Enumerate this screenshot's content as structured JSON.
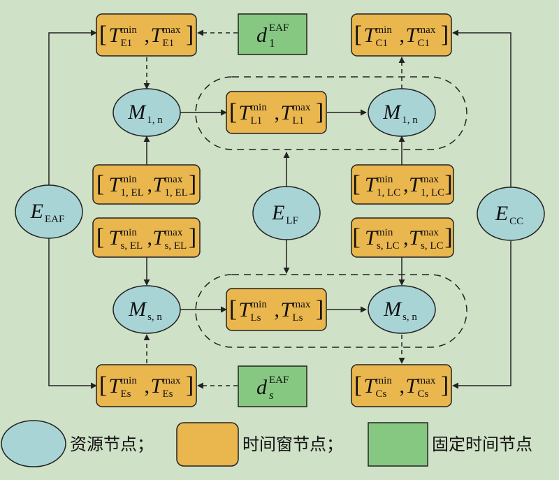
{
  "colors": {
    "background": "#cfe1c6",
    "resource_node": "#a9d4d6",
    "time_window_node": "#eab64e",
    "fixed_time_node": "#86c882",
    "stroke": "#222222"
  },
  "resource_nodes": {
    "e_eaf": {
      "main": "E",
      "sub": "EAF"
    },
    "e_lf": {
      "main": "E",
      "sub": "LF"
    },
    "e_cc": {
      "main": "E",
      "sub": "CC"
    },
    "m1_left": {
      "main": "M",
      "sub": "1, n"
    },
    "m1_right": {
      "main": "M",
      "sub": "1, n"
    },
    "ms_left": {
      "main": "M",
      "sub": "s, n"
    },
    "ms_right": {
      "main": "M",
      "sub": "s, n"
    }
  },
  "time_window_nodes": {
    "t_e1": {
      "main": "T",
      "sup_min": "min",
      "sup_max": "max",
      "sub": "E1"
    },
    "t_c1": {
      "main": "T",
      "sup_min": "min",
      "sup_max": "max",
      "sub": "C1"
    },
    "t_l1": {
      "main": "T",
      "sup_min": "min",
      "sup_max": "max",
      "sub": "L1"
    },
    "t_1el": {
      "main": "T",
      "sup_min": "min",
      "sup_max": "max",
      "sub": "1, EL"
    },
    "t_1lc": {
      "main": "T",
      "sup_min": "min",
      "sup_max": "max",
      "sub": "1, LC"
    },
    "t_sel": {
      "main": "T",
      "sup_min": "min",
      "sup_max": "max",
      "sub": "s, EL"
    },
    "t_slc": {
      "main": "T",
      "sup_min": "min",
      "sup_max": "max",
      "sub": "s, LC"
    },
    "t_ls": {
      "main": "T",
      "sup_min": "min",
      "sup_max": "max",
      "sub": "Ls"
    },
    "t_es": {
      "main": "T",
      "sup_min": "min",
      "sup_max": "max",
      "sub": "Es"
    },
    "t_cs": {
      "main": "T",
      "sup_min": "min",
      "sup_max": "max",
      "sub": "Cs"
    }
  },
  "fixed_time_nodes": {
    "d1": {
      "main": "d",
      "sub": "1",
      "sup": "EAF"
    },
    "ds": {
      "main": "d",
      "sub": "s",
      "sup": "EAF"
    }
  },
  "legend": {
    "resource_label": "资源节点；",
    "time_window_label": "时间窗节点；",
    "fixed_time_label": "固定时间节点"
  }
}
